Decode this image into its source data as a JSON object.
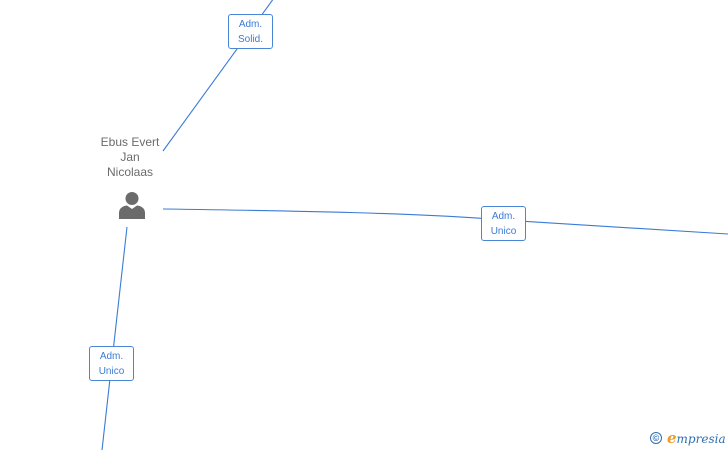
{
  "person": {
    "name_lines": [
      "Ebus Evert",
      "Jan",
      "Nicolaas"
    ],
    "icon": "person-icon"
  },
  "relations": [
    {
      "id": "top",
      "label_lines": [
        "Adm.",
        "Solid."
      ]
    },
    {
      "id": "right",
      "label_lines": [
        "Adm.",
        "Unico"
      ]
    },
    {
      "id": "bottom",
      "label_lines": [
        "Adm.",
        "Unico"
      ]
    }
  ],
  "watermark": {
    "symbol": "©",
    "brand_initial": "e",
    "brand_rest": "mpresia"
  },
  "colors": {
    "edge": "#3a7bd5",
    "badge_text": "#3a7bd5",
    "person": "#6b6b6b",
    "brand_accent": "#f09a20",
    "brand_main": "#2f6fb0"
  }
}
